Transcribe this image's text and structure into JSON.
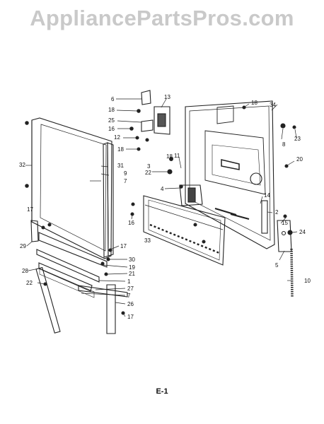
{
  "watermark": "AppliancePartsPros.com",
  "page_code": "E-1",
  "callouts": [
    {
      "id": "c6",
      "text": "6"
    },
    {
      "id": "c13",
      "text": "13"
    },
    {
      "id": "c18a",
      "text": "18"
    },
    {
      "id": "c34",
      "text": "34"
    },
    {
      "id": "c18b",
      "text": "18"
    },
    {
      "id": "c25",
      "text": "25"
    },
    {
      "id": "c16a",
      "text": "16"
    },
    {
      "id": "c12",
      "text": "12"
    },
    {
      "id": "c18c",
      "text": "18"
    },
    {
      "id": "c8",
      "text": "8"
    },
    {
      "id": "c23",
      "text": "23"
    },
    {
      "id": "c31",
      "text": "31"
    },
    {
      "id": "c9",
      "text": "9"
    },
    {
      "id": "c7a",
      "text": "7"
    },
    {
      "id": "c32",
      "text": "32"
    },
    {
      "id": "c18d",
      "text": "18"
    },
    {
      "id": "c11",
      "text": "11"
    },
    {
      "id": "c3",
      "text": "3"
    },
    {
      "id": "c22a",
      "text": "22"
    },
    {
      "id": "c20",
      "text": "20"
    },
    {
      "id": "c4",
      "text": "4"
    },
    {
      "id": "c14",
      "text": "14"
    },
    {
      "id": "c2",
      "text": "2"
    },
    {
      "id": "c16b",
      "text": "16"
    },
    {
      "id": "c17a",
      "text": "17"
    },
    {
      "id": "c33",
      "text": "33"
    },
    {
      "id": "c15",
      "text": "15"
    },
    {
      "id": "c24",
      "text": "24"
    },
    {
      "id": "c29",
      "text": "29"
    },
    {
      "id": "c17b",
      "text": "17"
    },
    {
      "id": "c30",
      "text": "30"
    },
    {
      "id": "c19",
      "text": "19"
    },
    {
      "id": "c5",
      "text": "5"
    },
    {
      "id": "c21",
      "text": "21"
    },
    {
      "id": "c28",
      "text": "28"
    },
    {
      "id": "c1",
      "text": "1"
    },
    {
      "id": "c22b",
      "text": "22"
    },
    {
      "id": "c27",
      "text": "27"
    },
    {
      "id": "c7b",
      "text": "7"
    },
    {
      "id": "c10",
      "text": "10"
    },
    {
      "id": "c26",
      "text": "26"
    },
    {
      "id": "c17c",
      "text": "17"
    }
  ]
}
